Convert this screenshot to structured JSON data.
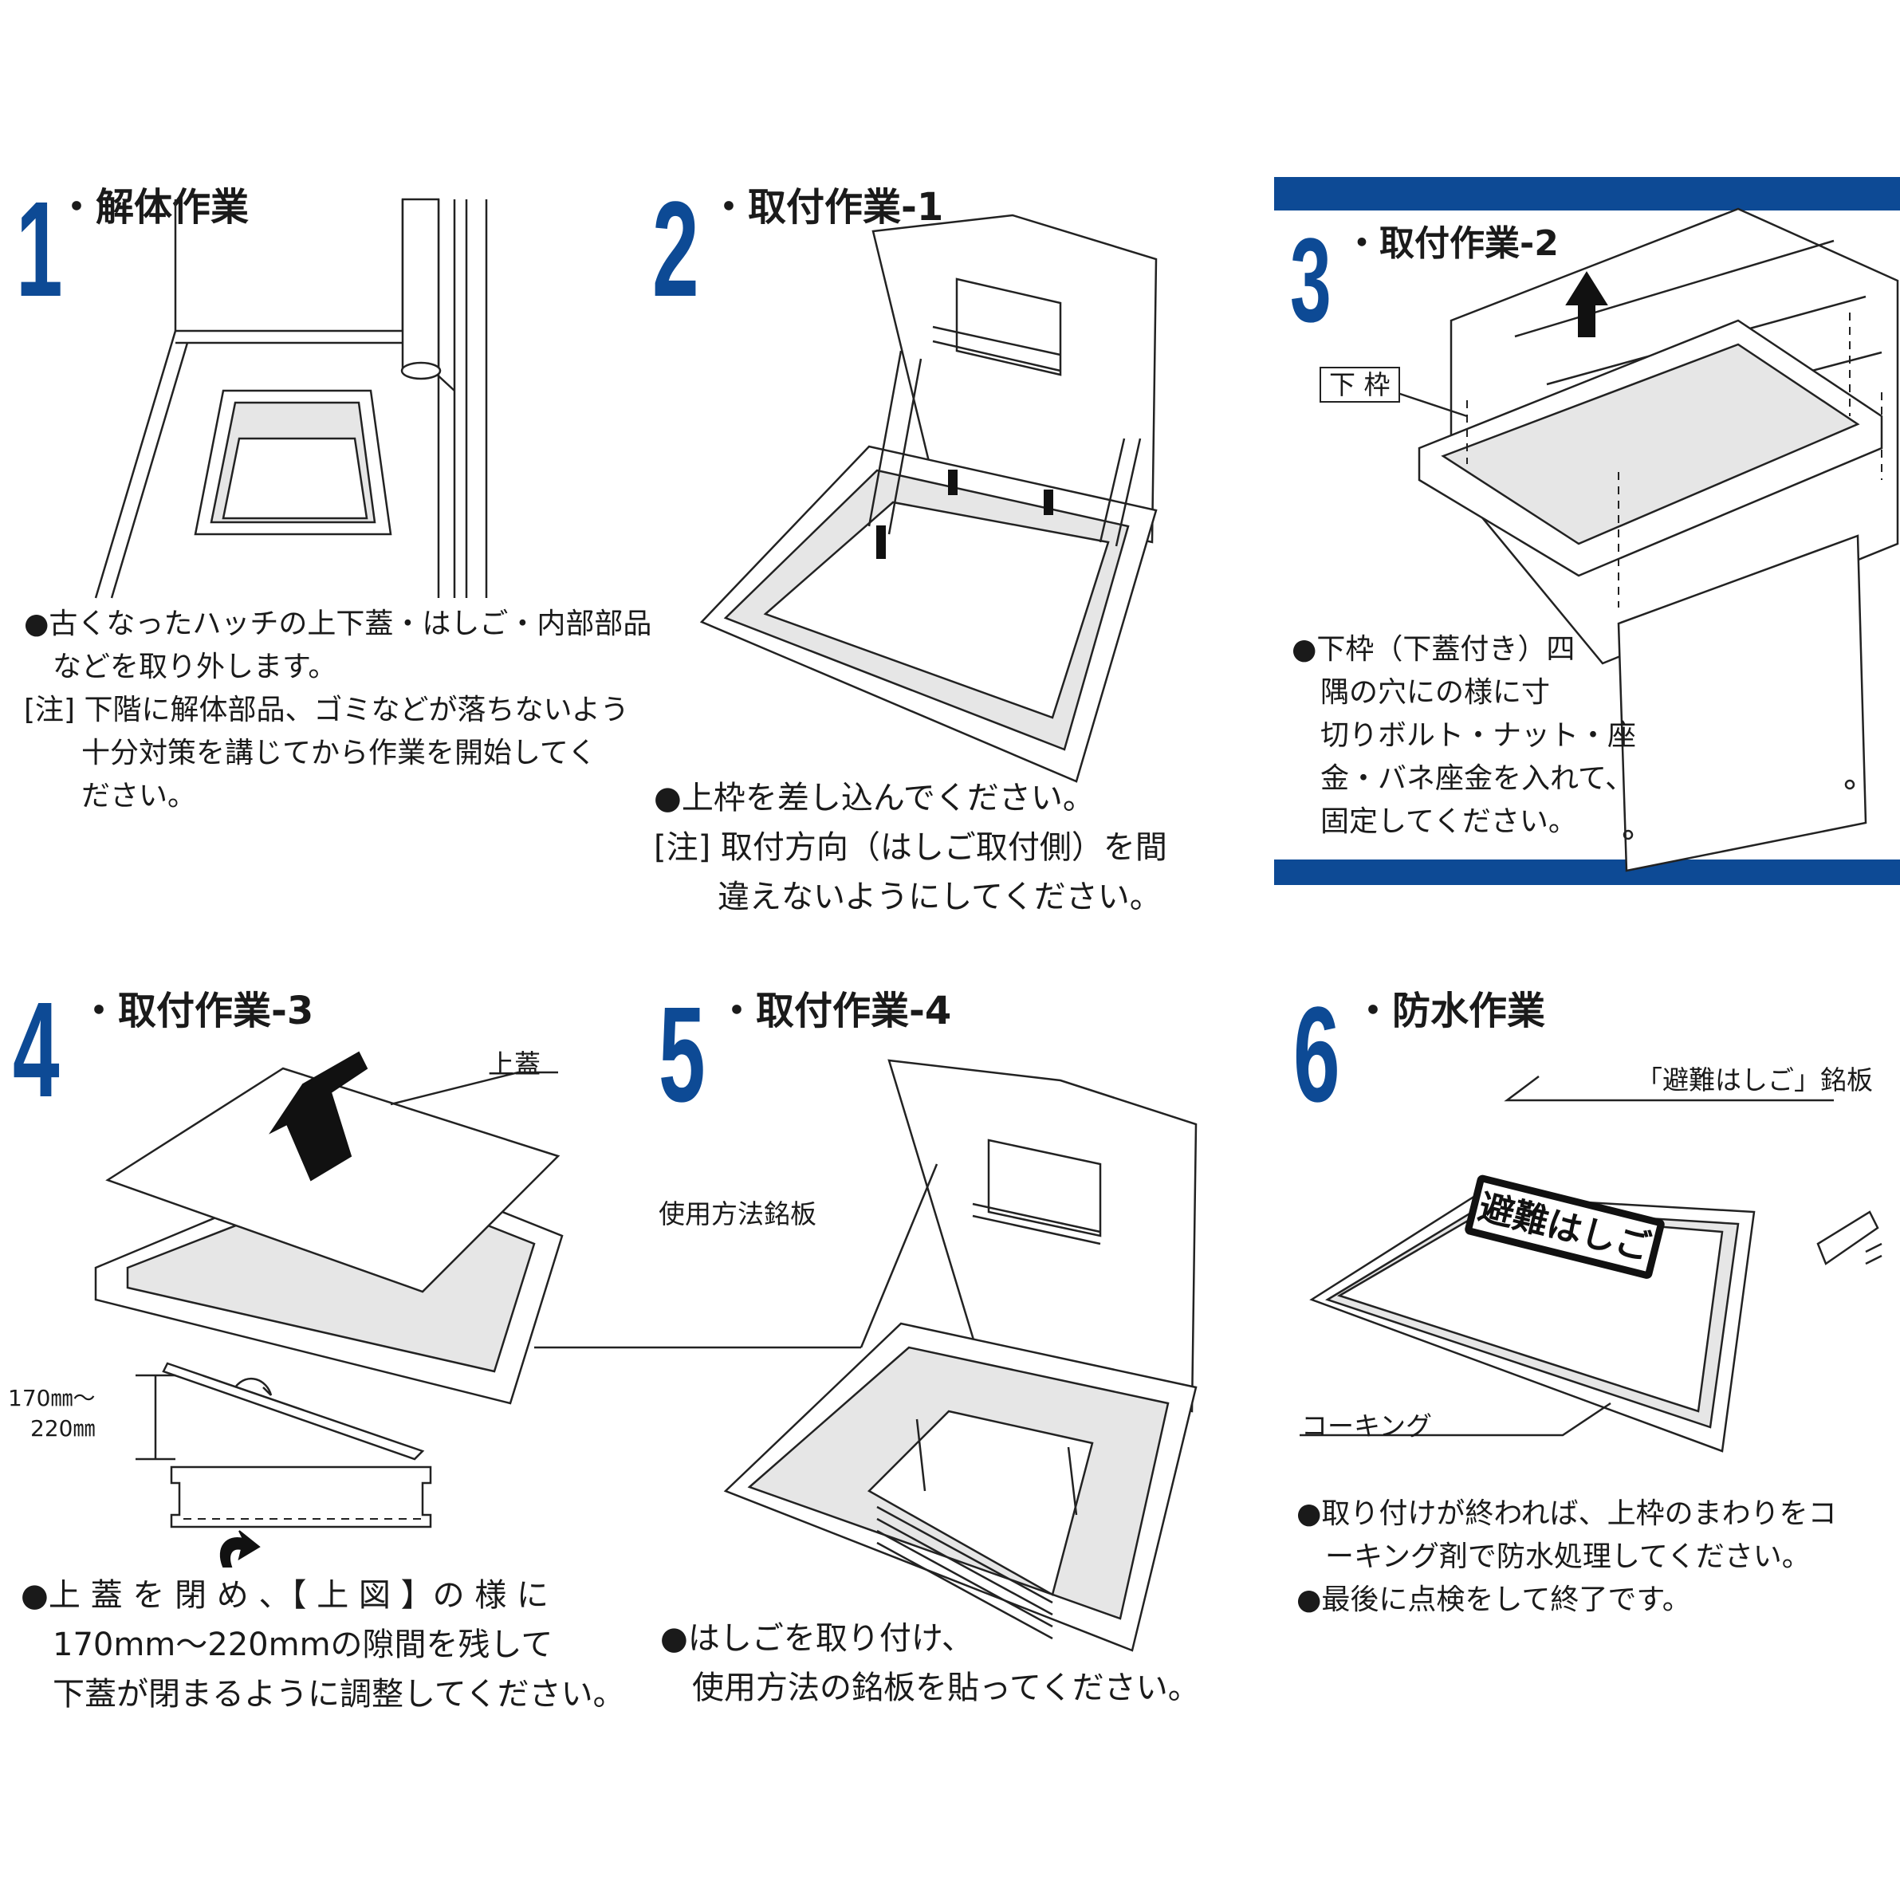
{
  "colors": {
    "accent": "#0d4a95",
    "text": "#1a1a1a",
    "line": "#222222"
  },
  "steps": [
    {
      "number": "1",
      "title": "・解体作業",
      "lines": [
        "●古くなったハッチの上下蓋・はしご・内部部品",
        "　などを取り外します。",
        "[注] 下階に解体部品、ゴミなどが落ちないよう",
        "　　十分対策を講じてから作業を開始してく",
        "　　ださい。"
      ]
    },
    {
      "number": "2",
      "title": "・取付作業-1",
      "lines": [
        "●上枠を差し込んでください。",
        "[注] 取付方向（はしご取付側）を間",
        "　　違えないようにしてください。"
      ]
    },
    {
      "number": "3",
      "title": "・取付作業-2",
      "callout": "下 枠",
      "lines": [
        "●下枠（下蓋付き）四",
        "　隅の穴にの様に寸",
        "　切りボルト・ナット・座",
        "　金・バネ座金を入れて、",
        "　固定してください。"
      ]
    },
    {
      "number": "4",
      "title": "・取付作業-3",
      "callout": "上蓋",
      "dim_top": "170㎜〜",
      "dim_bottom": "220㎜",
      "lines": [
        "●上 蓋 を 閉 め 、【 上 図 】の 様 に",
        "　170mm〜220mmの隙間を残して",
        "　下蓋が閉まるように調整してください。"
      ]
    },
    {
      "number": "5",
      "title": "・取付作業-4",
      "callout": "使用方法銘板",
      "lines": [
        "●はしごを取り付け、",
        "　使用方法の銘板を貼ってください。"
      ]
    },
    {
      "number": "6",
      "title": "・防水作業",
      "callout_top": "「避難はしご」銘板",
      "callout_bottom": "コーキング",
      "plate_text": "避難はしご",
      "lines": [
        "●取り付けが終われば、上枠のまわりをコ",
        "　ーキング剤で防水処理してください。",
        "●最後に点検をして終了です。"
      ]
    }
  ]
}
